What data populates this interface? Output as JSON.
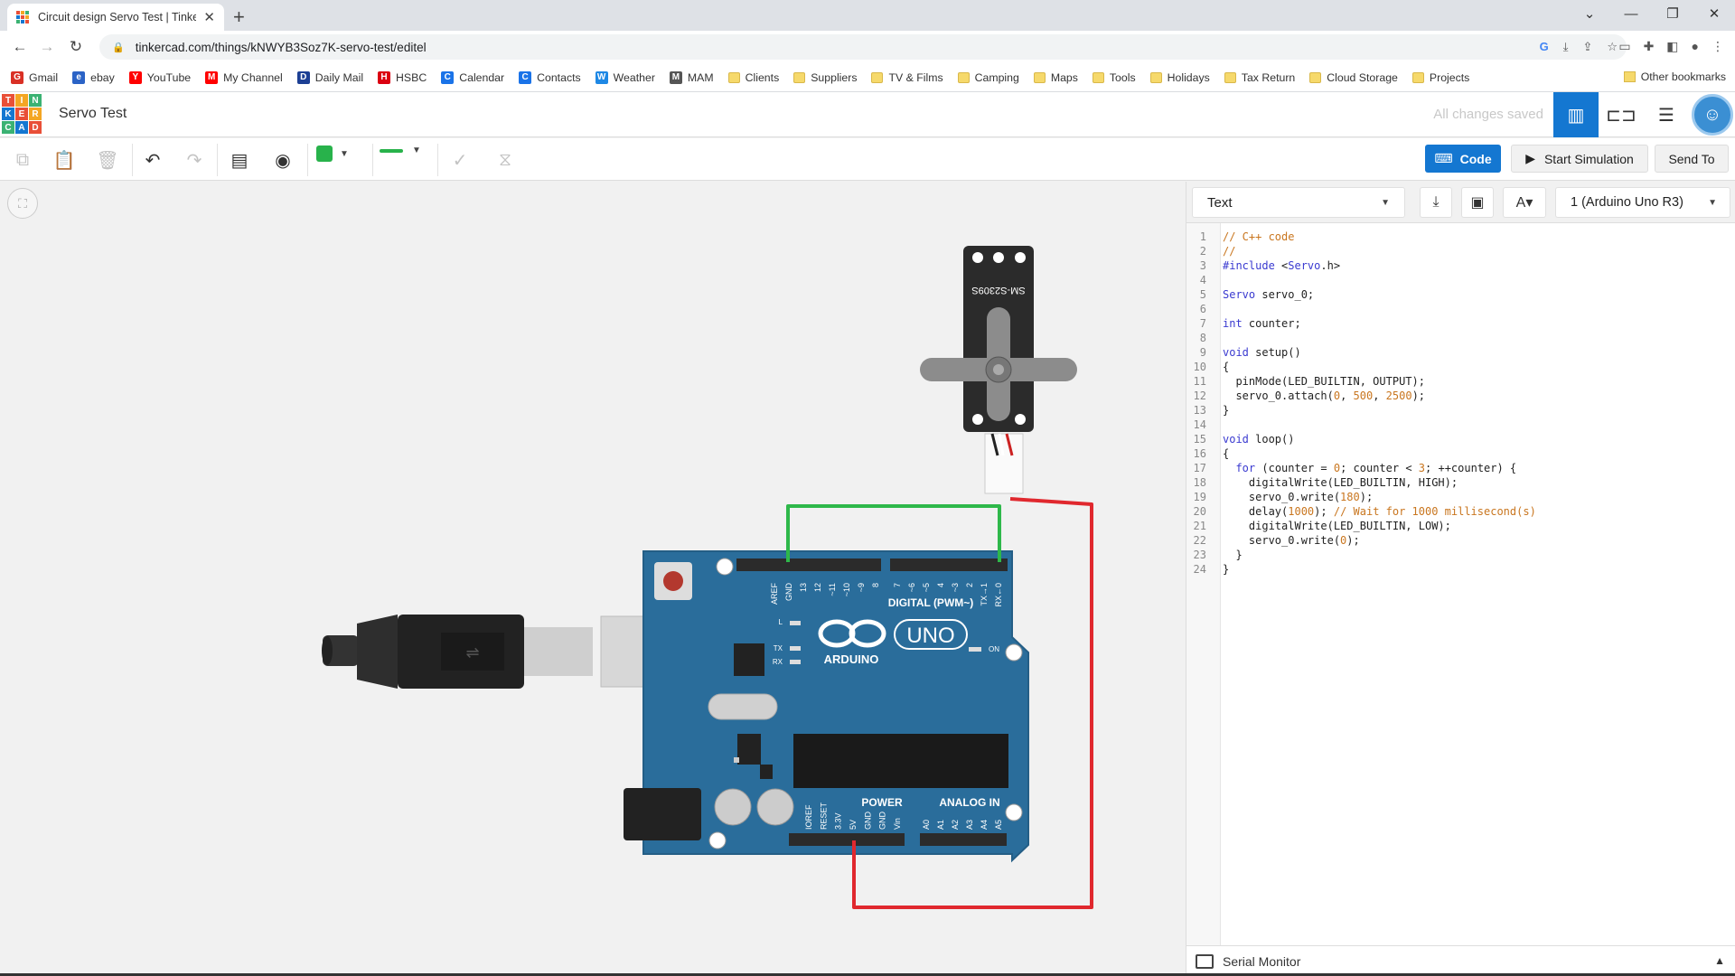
{
  "browser": {
    "tab_title": "Circuit design Servo Test | Tinkercad",
    "url": "tinkercad.com/things/kNWYB3Soz7K-servo-test/editel",
    "bookmarks": [
      {
        "label": "Gmail",
        "icon": "gmail-icon",
        "color": "#d93025"
      },
      {
        "label": "ebay",
        "icon": "ebay-icon",
        "color": "#2b63c6"
      },
      {
        "label": "YouTube",
        "icon": "youtube-icon",
        "color": "#ff0000"
      },
      {
        "label": "My Channel",
        "icon": "youtube-icon",
        "color": "#ff0000"
      },
      {
        "label": "Daily Mail",
        "icon": "dailymail-icon",
        "color": "#1c3f94"
      },
      {
        "label": "HSBC",
        "icon": "hsbc-icon",
        "color": "#db0011"
      },
      {
        "label": "Calendar",
        "icon": "calendar-icon",
        "color": "#1a73e8"
      },
      {
        "label": "Contacts",
        "icon": "contacts-icon",
        "color": "#1a73e8"
      },
      {
        "label": "Weather",
        "icon": "weather-icon",
        "color": "#1e88e5"
      },
      {
        "label": "MAM",
        "icon": "globe-icon",
        "color": "#555555"
      },
      {
        "label": "Clients",
        "icon": "folder-icon"
      },
      {
        "label": "Suppliers",
        "icon": "folder-icon"
      },
      {
        "label": "TV & Films",
        "icon": "folder-icon"
      },
      {
        "label": "Camping",
        "icon": "folder-icon"
      },
      {
        "label": "Maps",
        "icon": "folder-icon"
      },
      {
        "label": "Tools",
        "icon": "folder-icon"
      },
      {
        "label": "Holidays",
        "icon": "folder-icon"
      },
      {
        "label": "Tax Return",
        "icon": "folder-icon"
      },
      {
        "label": "Cloud Storage",
        "icon": "folder-icon"
      },
      {
        "label": "Projects",
        "icon": "folder-icon"
      }
    ],
    "other_bookmarks": "Other bookmarks"
  },
  "app": {
    "logo_letters": [
      "T",
      "I",
      "N",
      "K",
      "E",
      "R",
      "C",
      "A",
      "D"
    ],
    "logo_colors": [
      "#e94f37",
      "#f4a623",
      "#3bb273",
      "#1477d1",
      "#e94f37",
      "#f4a623",
      "#3bb273",
      "#1477d1",
      "#e94f37"
    ],
    "design_title": "Servo Test",
    "save_status": "All changes saved"
  },
  "toolbar": {
    "code_label": "Code",
    "sim_label": "Start Simulation",
    "send_label": "Send To",
    "wire_color": "#28b24b"
  },
  "code_panel": {
    "mode": "Text",
    "board": "1 (Arduino Uno R3)",
    "serial_monitor": "Serial Monitor",
    "lines": [
      "// C++ code",
      "//",
      "#include <Servo.h>",
      "",
      "Servo servo_0;",
      "",
      "int counter;",
      "",
      "void setup()",
      "{",
      "  pinMode(LED_BUILTIN, OUTPUT);",
      "  servo_0.attach(0, 500, 2500);",
      "}",
      "",
      "void loop()",
      "{",
      "  for (counter = 0; counter < 3; ++counter) {",
      "    digitalWrite(LED_BUILTIN, HIGH);",
      "    servo_0.write(180);",
      "    delay(1000); // Wait for 1000 millisecond(s)",
      "    digitalWrite(LED_BUILTIN, LOW);",
      "    servo_0.write(0);",
      "  }",
      "}"
    ]
  },
  "circuit": {
    "servo_label": "SM-S2309S",
    "board_brand": "ARDUINO",
    "board_model": "UNO",
    "digital_label": "DIGITAL (PWM~)",
    "power_label": "POWER",
    "analog_label": "ANALOG IN",
    "on_label": "ON",
    "tx_label": "TX",
    "rx_label": "RX",
    "l_label": "L",
    "digital_pins": [
      "AREF",
      "GND",
      "13",
      "12",
      "~11",
      "~10",
      "~9",
      "8",
      "7",
      "~6",
      "~5",
      "4",
      "~3",
      "2",
      "TX→1",
      "RX←0"
    ],
    "power_pins": [
      "IOREF",
      "RESET",
      "3.3V",
      "5V",
      "GND",
      "GND",
      "Vin"
    ],
    "analog_pins": [
      "A0",
      "A1",
      "A2",
      "A3",
      "A4",
      "A5"
    ],
    "wire_signal_color": "#2eb84a",
    "wire_power_color": "#e0282e"
  }
}
